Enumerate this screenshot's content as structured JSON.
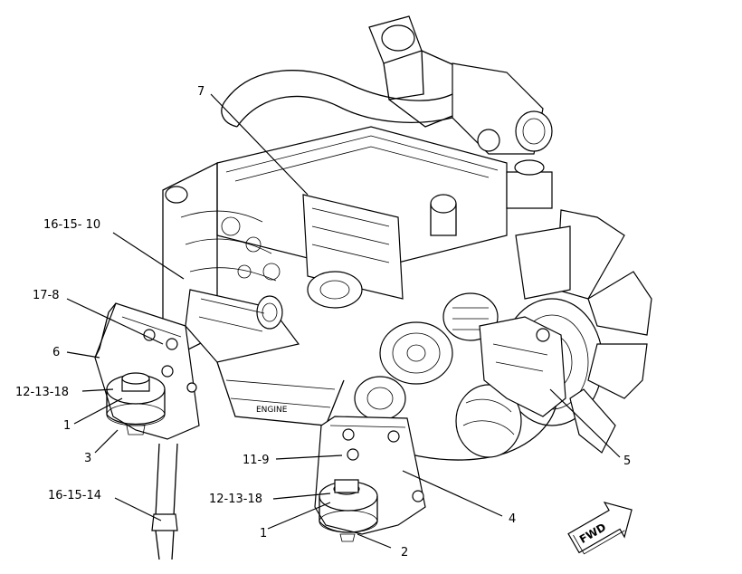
{
  "callouts": [
    {
      "id": "c7",
      "text": "7"
    },
    {
      "id": "c16_15_10",
      "text": "16-15- 10"
    },
    {
      "id": "c17_8",
      "text": "17-8"
    },
    {
      "id": "c6",
      "text": "6"
    },
    {
      "id": "c12_13_18_a",
      "text": "12-13-18"
    },
    {
      "id": "c1_a",
      "text": "1"
    },
    {
      "id": "c3",
      "text": "3"
    },
    {
      "id": "c11_9",
      "text": "11-9"
    },
    {
      "id": "c12_13_18_b",
      "text": "12-13-18"
    },
    {
      "id": "c16_15_14",
      "text": "16-15-14"
    },
    {
      "id": "c1_b",
      "text": "1"
    },
    {
      "id": "c2",
      "text": "2"
    },
    {
      "id": "c4",
      "text": "4"
    },
    {
      "id": "c5",
      "text": "5"
    }
  ],
  "engine_label": "ENGINE",
  "fwd_label": "FWD"
}
